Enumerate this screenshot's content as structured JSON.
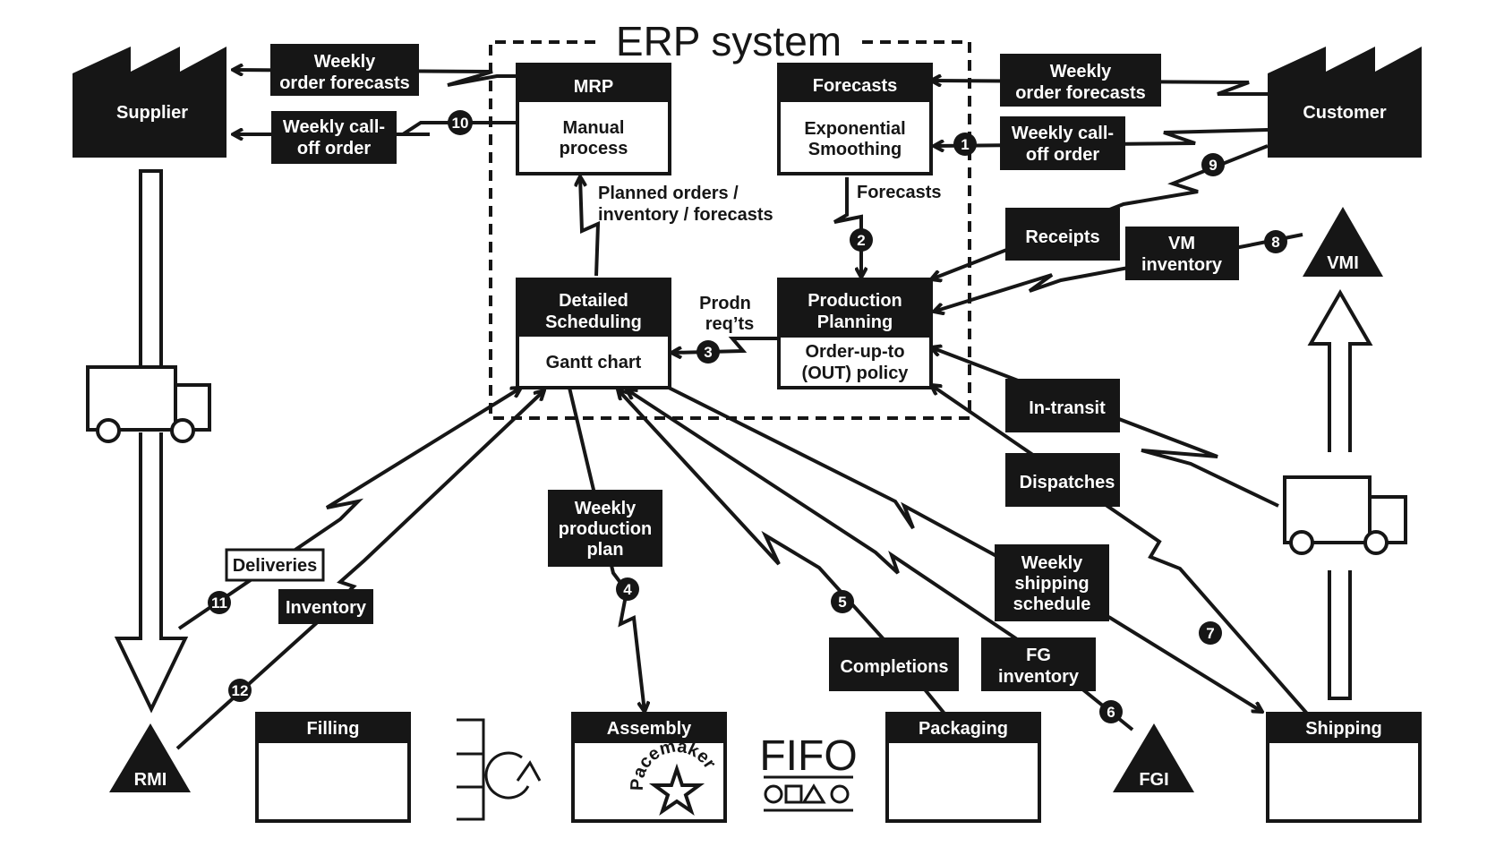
{
  "title": "ERP system",
  "colors": {
    "ink": "#161616",
    "paper": "#ffffff"
  },
  "entities": {
    "supplier": "Supplier",
    "customer": "Customer"
  },
  "erp_modules": {
    "mrp": {
      "header": "MRP",
      "body": [
        "Manual",
        "process"
      ]
    },
    "forecasts": {
      "header": "Forecasts",
      "body": [
        "Exponential",
        "Smoothing"
      ]
    },
    "detailed_scheduling": {
      "header": [
        "Detailed",
        "Scheduling"
      ],
      "body": [
        "Gantt chart"
      ]
    },
    "production_planning": {
      "header": [
        "Production",
        "Planning"
      ],
      "body": [
        "Order-up-to",
        "(OUT) policy"
      ]
    }
  },
  "flow_labels": {
    "supplier_order_forecasts": [
      "Weekly",
      "order forecasts"
    ],
    "supplier_calloff": [
      "Weekly call-",
      "off order"
    ],
    "customer_order_forecasts": [
      "Weekly",
      "order forecasts"
    ],
    "customer_calloff": [
      "Weekly call-",
      "off order"
    ],
    "planned_orders": [
      "Planned orders /",
      "inventory / forecasts"
    ],
    "forecasts_flow": "Forecasts",
    "prodn_reqts": [
      "Prodn",
      "req’ts"
    ],
    "receipts": "Receipts",
    "vm_inventory": [
      "VM",
      "inventory"
    ],
    "in_transit": "In-transit",
    "dispatches": "Dispatches",
    "weekly_production_plan": [
      "Weekly",
      "production",
      "plan"
    ],
    "weekly_shipping_schedule": [
      "Weekly",
      "shipping",
      "schedule"
    ],
    "completions": "Completions",
    "fg_inventory": [
      "FG",
      "inventory"
    ],
    "deliveries": "Deliveries",
    "inventory": "Inventory"
  },
  "processes": {
    "filling": "Filling",
    "assembly": "Assembly",
    "packaging": "Packaging",
    "shipping": "Shipping"
  },
  "inventories": {
    "rmi": "RMI",
    "fgi": "FGI",
    "vmi": "VMI"
  },
  "pacemaker": {
    "text": "Pacemaker"
  },
  "fifo": {
    "text": "FIFO"
  },
  "step_numbers": [
    "1",
    "2",
    "3",
    "4",
    "5",
    "6",
    "7",
    "8",
    "9",
    "10",
    "11",
    "12"
  ]
}
